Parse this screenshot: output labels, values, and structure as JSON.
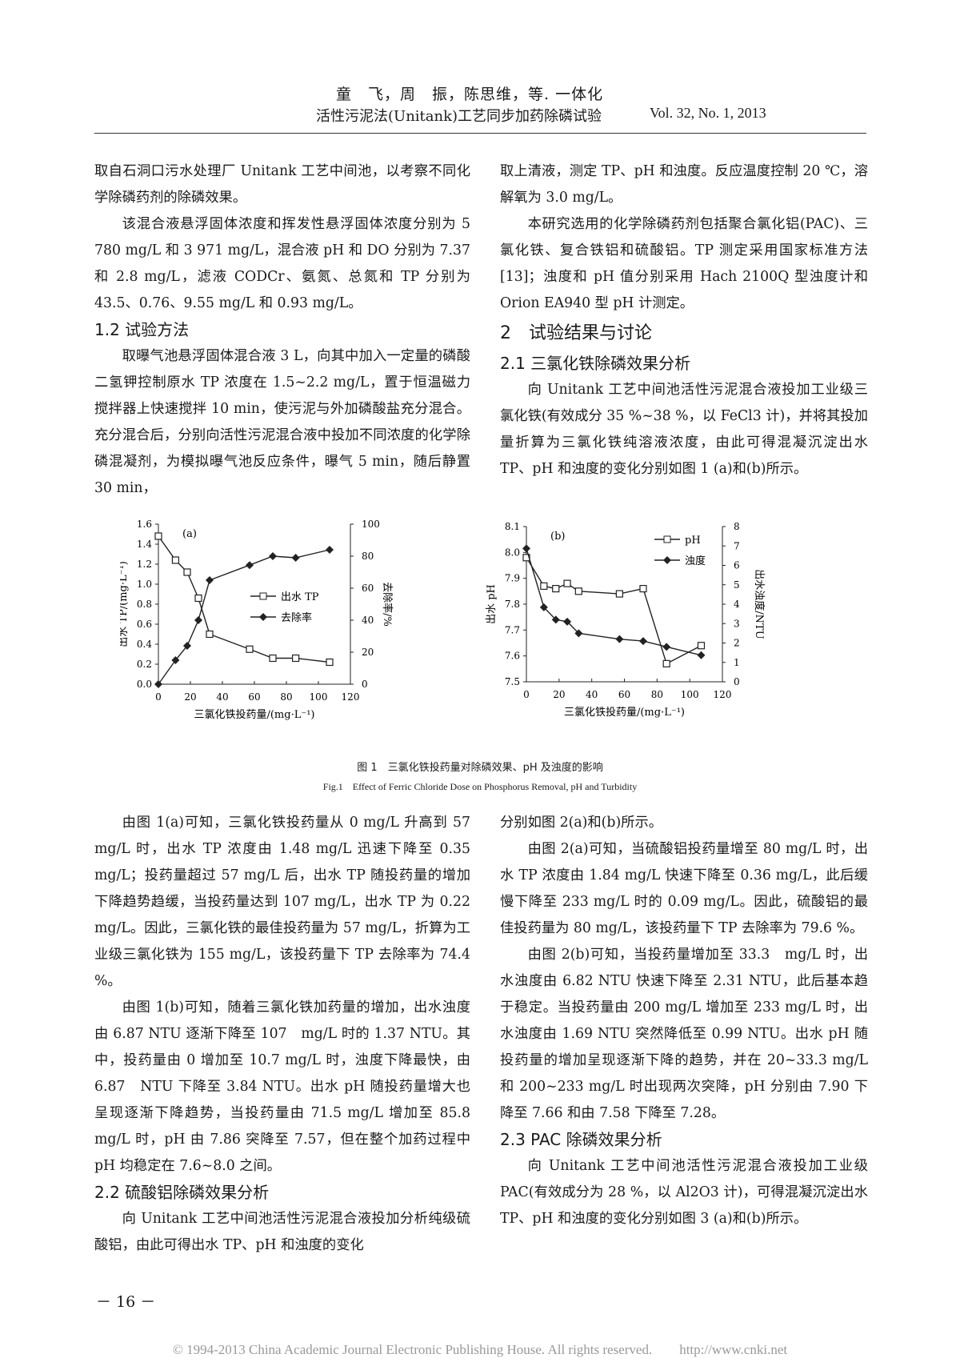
{
  "header": {
    "authors": "童　飞，周　振，陈思维，等. 一体化",
    "title": "活性污泥法(Unitank)工艺同步加药除磷试验",
    "vol": "Vol. 32, No. 1, 2013"
  },
  "left_top": {
    "p1": "取自石洞口污水处理厂 Unitank 工艺中间池，以考察不同化学除磷药剂的除磷效果。",
    "p2": "该混合液悬浮固体浓度和挥发性悬浮固体浓度分别为 5 780 mg/L 和 3 971 mg/L，混合液 pH 和 DO 分别为 7.37 和 2.8 mg/L，滤液 CODCr、氨氮、总氮和 TP 分别为 43.5、0.76、9.55 mg/L 和 0.93 mg/L。",
    "h12": "1.2  试验方法",
    "p3": "取曝气池悬浮固体混合液 3 L，向其中加入一定量的磷酸二氢钾控制原水 TP 浓度在 1.5~2.2 mg/L，置于恒温磁力搅拌器上快速搅拌 10 min，使污泥与外加磷酸盐充分混合。充分混合后，分别向活性污泥混合液中投加不同浓度的化学除磷混凝剂，为模拟曝气池反应条件，曝气 5 min，随后静置 30 min，"
  },
  "right_top": {
    "p1": "取上清液，测定 TP、pH 和浊度。反应温度控制 20 ℃，溶解氧为 3.0 mg/L。",
    "p2": "本研究选用的化学除磷药剂包括聚合氯化铝(PAC)、三氯化铁、复合铁铝和硫酸铝。TP 测定采用国家标准方法[13]；浊度和 pH 值分别采用 Hach 2100Q 型浊度计和 Orion EA940 型 pH 计测定。",
    "h2": "2　试验结果与讨论",
    "h21": "2.1  三氯化铁除磷效果分析",
    "p3": "向 Unitank 工艺中间池活性污泥混合液投加工业级三氯化铁(有效成分 35 %~38 %，以 FeCl3 计)，并将其投加量折算为三氯化铁纯溶液浓度，由此可得混凝沉淀出水 TP、pH 和浊度的变化分别如图 1 (a)和(b)所示。"
  },
  "figure": {
    "caption_cn": "图 1　三氯化铁投药量对除磷效果、pH 及浊度的影响",
    "caption_en": "Fig.1　Effect of Ferric Chloride Dose on Phosphorus Removal, pH and Turbidity"
  },
  "chart_data": [
    {
      "type": "line",
      "panel": "(a)",
      "x": [
        0,
        10.7,
        18,
        25,
        32,
        57,
        71.5,
        85.8,
        107
      ],
      "xlabel": "三氯化铁投药量/(mg·L⁻¹)",
      "xlim": [
        0,
        120
      ],
      "ylabel": "出水 TP/(mg·L⁻¹)",
      "ylim": [
        0,
        1.6
      ],
      "y2label": "去除率/%",
      "y2lim": [
        0,
        100
      ],
      "series": [
        {
          "name": "出水 TP",
          "axis": "left",
          "marker": "open-square",
          "values": [
            1.48,
            1.24,
            1.12,
            0.86,
            0.5,
            0.35,
            0.26,
            0.26,
            0.22
          ]
        },
        {
          "name": "去除率",
          "axis": "right",
          "marker": "filled-diamond",
          "values": [
            0,
            15,
            24,
            40,
            65,
            74.4,
            80,
            79,
            84
          ]
        }
      ],
      "legend": "center"
    },
    {
      "type": "line",
      "panel": "(b)",
      "x": [
        0,
        10.7,
        18,
        25,
        32,
        57,
        71.5,
        85.8,
        107
      ],
      "xlabel": "三氯化铁投药量/(mg·L⁻¹)",
      "xlim": [
        0,
        120
      ],
      "ylabel": "出水 pH",
      "ylim": [
        7.5,
        8.1
      ],
      "y2label": "出水浊度/NTU",
      "y2lim": [
        0,
        8
      ],
      "series": [
        {
          "name": "pH",
          "axis": "left",
          "marker": "open-square",
          "values": [
            7.98,
            7.87,
            7.86,
            7.88,
            7.85,
            7.84,
            7.86,
            7.57,
            7.64
          ]
        },
        {
          "name": "浊度",
          "axis": "right",
          "marker": "filled-diamond",
          "values": [
            6.87,
            3.84,
            3.2,
            3.1,
            2.5,
            2.2,
            2.1,
            1.8,
            1.37
          ]
        }
      ],
      "legend": "top-right"
    }
  ],
  "left_bottom": {
    "p1": "由图 1(a)可知，三氯化铁投药量从 0 mg/L 升高到 57 mg/L 时，出水 TP 浓度由 1.48 mg/L 迅速下降至 0.35 mg/L；投药量超过 57 mg/L 后，出水 TP 随投药量的增加下降趋势趋缓，当投药量达到 107 mg/L，出水 TP 为 0.22 mg/L。因此，三氯化铁的最佳投药量为 57 mg/L，折算为工业级三氯化铁为 155 mg/L，该投药量下 TP 去除率为 74.4 %。",
    "p2": "由图 1(b)可知，随着三氯化铁加药量的增加，出水浊度由 6.87 NTU 逐渐下降至 107　mg/L 时的 1.37 NTU。其中，投药量由 0 增加至 10.7 mg/L 时，浊度下降最快，由 6.87　NTU 下降至 3.84 NTU。出水 pH 随投药量增大也呈现逐渐下降趋势，当投药量由 71.5 mg/L 增加至 85.8 mg/L 时，pH 由 7.86 突降至 7.57，但在整个加药过程中 pH 均稳定在 7.6~8.0 之间。",
    "h22": "2.2  硫酸铝除磷效果分析",
    "p3": "向 Unitank 工艺中间池活性污泥混合液投加分析纯级硫酸铝，由此可得出水 TP、pH 和浊度的变化"
  },
  "right_bottom": {
    "p1": "分别如图 2(a)和(b)所示。",
    "p2": "由图 2(a)可知，当硫酸铝投药量增至 80 mg/L 时，出水 TP 浓度由 1.84 mg/L 快速下降至 0.36 mg/L，此后缓慢下降至 233 mg/L 时的 0.09 mg/L。因此，硫酸铝的最佳投药量为 80 mg/L，该投药量下 TP 去除率为 79.6 %。",
    "p3": "由图 2(b)可知，当投药量增加至 33.3　mg/L 时，出水浊度由 6.82 NTU 快速下降至 2.31 NTU，此后基本趋于稳定。当投药量由 200 mg/L 增加至 233 mg/L 时，出水浊度由 1.69 NTU 突然降低至 0.99 NTU。出水 pH 随投药量的增加呈现逐渐下降的趋势，并在 20~33.3 mg/L 和 200~233 mg/L 时出现两次突降，pH 分别由 7.90 下降至 7.66 和由 7.58 下降至 7.28。",
    "h23": "2.3  PAC 除磷效果分析",
    "p4": "向 Unitank 工艺中间池活性污泥混合液投加工业级 PAC(有效成分为 28 %，以 Al2O3 计)，可得混凝沉淀出水 TP、pH 和浊度的变化分别如图 3 (a)和(b)所示。"
  },
  "page_number": "－ 16 －",
  "footer": "© 1994-2013 China Academic Journal Electronic Publishing House. All rights reserved.　　http://www.cnki.net"
}
